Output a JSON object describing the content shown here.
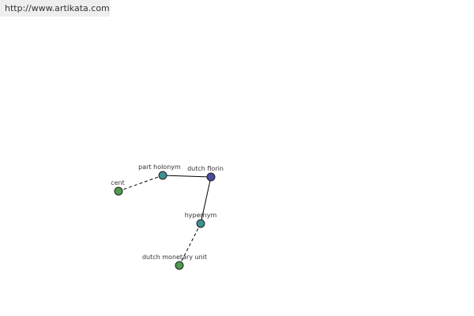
{
  "header": {
    "url": "http://www.artikata.com"
  },
  "graph": {
    "nodes": {
      "dutch_florin": {
        "label": "dutch florin",
        "color": "#4a4aa0"
      },
      "part_holonym": {
        "label": "part holonym",
        "color": "#3f9090"
      },
      "cent": {
        "label": "cent",
        "color": "#4e9a4e"
      },
      "hypernym": {
        "label": "hypernym",
        "color": "#3f9090"
      },
      "dutch_monetary_unit": {
        "label": "dutch monetary unit",
        "color": "#4e9a4e"
      }
    },
    "edges": [
      {
        "from": "part_holonym",
        "to": "dutch_florin",
        "style": "solid"
      },
      {
        "from": "cent",
        "to": "part_holonym",
        "style": "dashed"
      },
      {
        "from": "dutch_florin",
        "to": "hypernym",
        "style": "solid"
      },
      {
        "from": "hypernym",
        "to": "dutch_monetary_unit",
        "style": "dashed"
      }
    ]
  }
}
